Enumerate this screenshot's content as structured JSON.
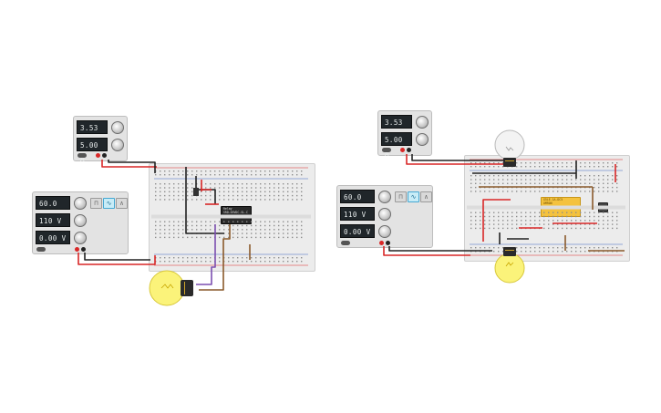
{
  "colors": {
    "wire_red": "#d92727",
    "wire_black": "#222222",
    "wire_brown": "#8a5a2b",
    "wire_purple": "#7c4fb0",
    "lamp_on": "#fbf37a",
    "lamp_off": "#f3f3f3",
    "relay": "#f4c23e",
    "lcd_bg": "#20262a",
    "breadboard": "#ececec"
  },
  "left_circuit": {
    "dc_supply": {
      "voltage": "3.53 V",
      "current": "5.00 A"
    },
    "function_generator": {
      "frequency": "60.0 Hz",
      "amplitude": "110 V",
      "dc_offset": "0.00 V",
      "waveforms": [
        "square-wave-icon",
        "sine-wave-icon",
        "triangle-wave-icon"
      ],
      "selected_waveform": "sine-wave-icon"
    },
    "lamp": {
      "state": "on"
    },
    "relay_label": "Relay",
    "relay_text": "SRD-05VDC-SL-C"
  },
  "right_circuit": {
    "dc_supply": {
      "voltage": "3.53 V",
      "current": "5.00 A"
    },
    "function_generator": {
      "frequency": "60.0 Hz",
      "amplitude": "110 V",
      "dc_offset": "0.00 V",
      "waveforms": [
        "square-wave-icon",
        "sine-wave-icon",
        "triangle-wave-icon"
      ],
      "selected_waveform": "sine-wave-icon"
    },
    "top_lamp": {
      "state": "off"
    },
    "bottom_lamp": {
      "state": "on"
    },
    "relay_text": "G5LE-1A-DC5",
    "relay_sub": "OMRON"
  }
}
